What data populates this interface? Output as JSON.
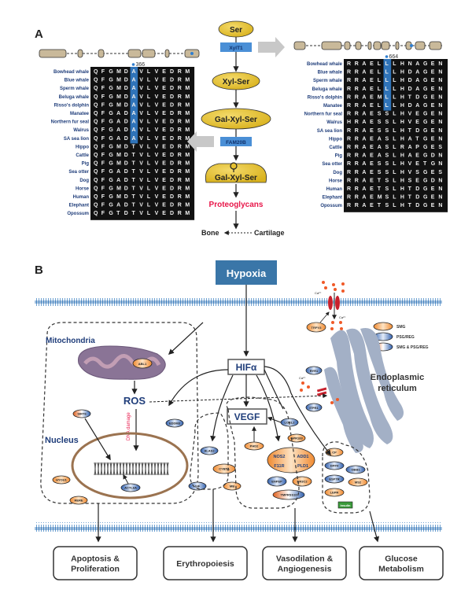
{
  "panels": {
    "a": "A",
    "b": "B"
  },
  "panel_a": {
    "left_alignment": {
      "position_label": "366",
      "highlight_index": 5,
      "rows": [
        {
          "species": "Bowhead whale",
          "seq": "QFGMDAVLVEDRM"
        },
        {
          "species": "Blue whale",
          "seq": "QFGMDAVLVEDRM"
        },
        {
          "species": "Sperm whale",
          "seq": "QFGMDAVLVEDRM"
        },
        {
          "species": "Beluga whale",
          "seq": "QFGMDAVLVEDRM"
        },
        {
          "species": "Risso's dolphin",
          "seq": "QFGMDAVLVEDRM"
        },
        {
          "species": "Manatee",
          "seq": "QFGADAVLVEDRM"
        },
        {
          "species": "Northern fur seal",
          "seq": "QFGADAVLVEDRM"
        },
        {
          "species": "Walrus",
          "seq": "QFGADAVLVEDRM"
        },
        {
          "species": "SA sea lion",
          "seq": "QFGADAVLVEDRM"
        },
        {
          "species": "Hippo",
          "seq": "QFGMDTVLVEDRM"
        },
        {
          "species": "Cattle",
          "seq": "QFGMDTVLVEDRM"
        },
        {
          "species": "Pig",
          "seq": "QFGMDTVLVEDRM"
        },
        {
          "species": "Sea otter",
          "seq": "QFGADTVLVEDRM"
        },
        {
          "species": "Dog",
          "seq": "QFGADTVLVEDRM"
        },
        {
          "species": "Horse",
          "seq": "QFGMDTVLVEDRM"
        },
        {
          "species": "Human",
          "seq": "QFGMDTVLVEDRM"
        },
        {
          "species": "Elephant",
          "seq": "QFGADTVLVEDRM"
        },
        {
          "species": "Opossum",
          "seq": "QFGTDTVLVEDRM"
        }
      ]
    },
    "right_alignment": {
      "position_label": "664",
      "highlight_index": 5,
      "highlight_rows": 6,
      "rows": [
        {
          "species": "Bowhead whale",
          "seq": "RRAELLLHNAGEN"
        },
        {
          "species": "Blue whale",
          "seq": "RRAELLLHDAGEN"
        },
        {
          "species": "Sperm whale",
          "seq": "RRAELLLHDAGEN"
        },
        {
          "species": "Beluga whale",
          "seq": "RRAELLLHDAGEN"
        },
        {
          "species": "Risso's dolphin",
          "seq": "RRAEMLLHTDGEN"
        },
        {
          "species": "Manatee",
          "seq": "RRAELLLHDAGEN"
        },
        {
          "species": "Northern fur seal",
          "seq": "RRAESSLHVEGEN"
        },
        {
          "species": "Walrus",
          "seq": "HRAESSLHVEGEN"
        },
        {
          "species": "SA sea lion",
          "seq": "RRAESSLHTDGEN"
        },
        {
          "species": "Hippo",
          "seq": "RRAEASLHATGEN"
        },
        {
          "species": "Cattle",
          "seq": "RRAEASLRAPGES"
        },
        {
          "species": "Pig",
          "seq": "RRAEASLHAEGDN"
        },
        {
          "species": "Sea otter",
          "seq": "RRAESSLHVETGN"
        },
        {
          "species": "Dog",
          "seq": "RRAESSLHVSGES"
        },
        {
          "species": "Horse",
          "seq": "RRAETSLHSEGDN"
        },
        {
          "species": "Human",
          "seq": "RRAETSLHTDGEN"
        },
        {
          "species": "Elephant",
          "seq": "RRAEMSLHTDGEN"
        },
        {
          "species": "Opossum",
          "seq": "RRAETSLHTDGEN"
        }
      ]
    },
    "pathway": {
      "ser": "Ser",
      "xylt1": "XylT1",
      "xyl_ser": "Xyl-Ser",
      "gal_xyl_ser": "Gal-Xyl-Ser",
      "fam20b": "FAM20B",
      "phospho": "P",
      "p_gal_xyl_ser": "Gal-Xyl-Ser",
      "proteoglycans": "Proteoglycans",
      "bone": "Bone",
      "cartilage": "Cartilage"
    }
  },
  "panel_b": {
    "hypoxia": "Hypoxia",
    "ca_label": "Ca²⁺",
    "trpv3": "TRPV3",
    "legend": [
      {
        "label": "SMG",
        "kind": "smg"
      },
      {
        "label": "PSG/REG",
        "kind": "psg"
      },
      {
        "label": "SMG & PSG/REG",
        "kind": "both"
      }
    ],
    "mitochondria": "Mitochondria",
    "abl1": "ABL1",
    "ros": "ROS",
    "dna_damage": "DNA damage",
    "nucleus": "Nucleus",
    "hifa": "HIFα",
    "vegf": "VEGF",
    "er": [
      "Endoplasmic",
      "reticulum"
    ],
    "er_genes": {
      "top": "RYR1",
      "bottom": "ITPR1"
    },
    "genes": {
      "sirtx": "SIRT6",
      "hyou1": "HYOU1",
      "rere": "RERE",
      "actl6a": "ACTL6A",
      "eddm3": "EDDM3",
      "alas2": "ALAS2",
      "cyb5a": "CYB5A",
      "gif": "GIF",
      "mb": "MB",
      "phd2": "PHD2",
      "loxl2": "LOXL2",
      "gpr183": "GPR183",
      "enpep": "ENPEP",
      "nr3c2": "NR3C2",
      "tmprss10": "TMPRSS10",
      "cp": "CP",
      "dpp4": "DPP4",
      "obb1": "OBB1",
      "sp1r": "ESPTR",
      "ms2": "MS2",
      "lepr": "LEPR",
      "insulin": "Insulin",
      "multi": [
        "NOS2",
        "ADD1",
        "F11R",
        "PLD1"
      ]
    },
    "outcomes": [
      [
        "Apoptosis &",
        "Proliferation"
      ],
      [
        "Erythropoiesis"
      ],
      [
        "Vasodilation &",
        "Angiogenesis"
      ],
      [
        "Glucose",
        "Metabolism"
      ]
    ],
    "colors": {
      "smg": "#f08a30",
      "psg": "#2f5fae",
      "membrane": "#3f7fbf",
      "hypoxia": "#3a76a8",
      "yellow": "#e6c12f",
      "red": "#e8174a"
    }
  }
}
